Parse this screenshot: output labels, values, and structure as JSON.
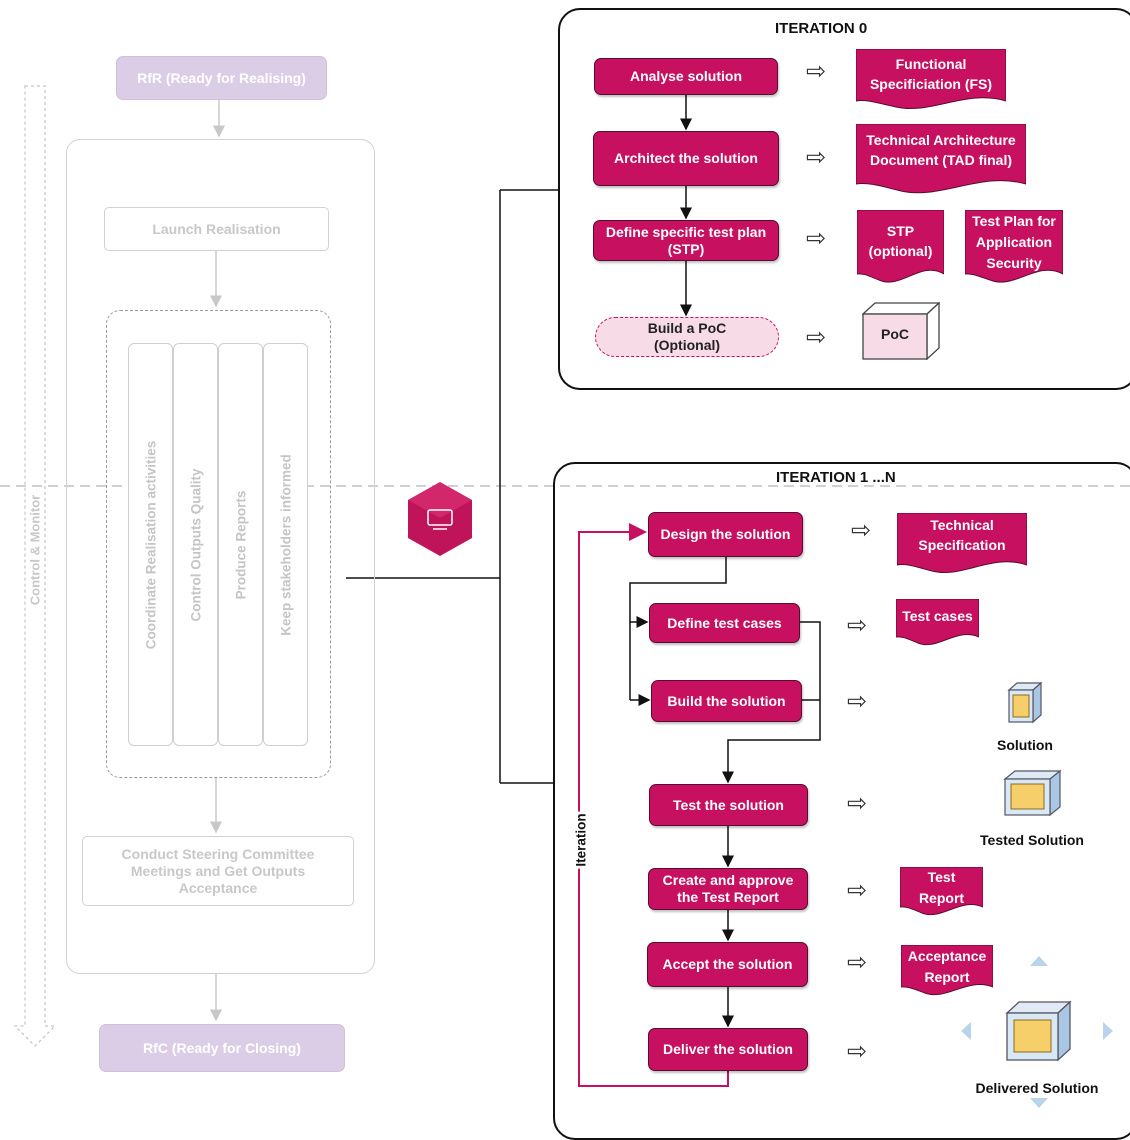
{
  "left": {
    "rfr": "RfR (Ready for Realising)",
    "launch": "Launch Realisation",
    "columns": [
      "Coordinate Realisation activities",
      "Control Outputs Quality",
      "Produce Reports",
      "Keep stakeholders informed"
    ],
    "steering": "Conduct Steering Committee Meetings and Get Outputs Acceptance",
    "rfc": "RfC (Ready for Closing)",
    "control_monitor": "Control & Monitor"
  },
  "iteration0": {
    "title": "ITERATION 0",
    "steps": [
      "Analyse solution",
      "Architect the solution",
      "Define specific test plan (STP)",
      "Build a PoC (Optional)"
    ],
    "outputs": {
      "fs": "Functional Specificiation (FS)",
      "tad": "Technical Architecture Document (TAD final)",
      "stp": "STP (optional)",
      "security": "Test Plan for Application Security",
      "poc": "PoC"
    }
  },
  "iteration1": {
    "title": "ITERATION 1 ...N",
    "loop_label": "Iteration",
    "steps": [
      "Design the solution",
      "Define test cases",
      "Build the solution",
      "Test the solution",
      "Create and approve the Test Report",
      "Accept the solution",
      "Deliver the solution"
    ],
    "outputs": {
      "tech_spec": "Technical Specification",
      "test_cases": "Test cases",
      "solution": "Solution",
      "tested_solution": "Tested Solution",
      "test_report": "Test Report",
      "acceptance_report": "Acceptance Report",
      "delivered_solution": "Delivered Solution"
    }
  },
  "colors": {
    "activity": "#c81060",
    "optional": "#f7dbe7",
    "milestone": "#dccde6",
    "faded": "#c8c8c8"
  },
  "icons": [
    "monitor-icon",
    "arrow-icon",
    "box-icon",
    "package-icon"
  ]
}
